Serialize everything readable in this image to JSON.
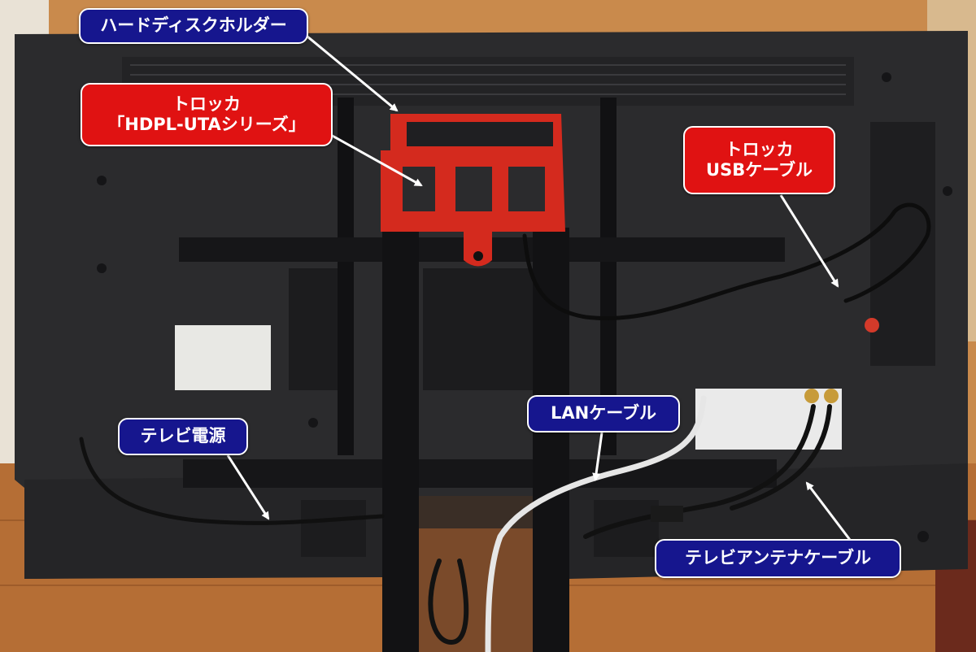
{
  "image": {
    "subject": "テレビ背面の配線",
    "colors": {
      "navy_label": "#16168e",
      "red_label": "#e01212",
      "label_border": "#ffffff"
    }
  },
  "labels": {
    "hdd_holder": "ハードディスクホルダー",
    "torokka_line1": "トロッカ",
    "torokka_line2": "「HDPL-UTAシリーズ」",
    "usb_line1": "トロッカ",
    "usb_line2": "USBケーブル",
    "power": "テレビ電源",
    "lan": "LANケーブル",
    "antenna": "テレビアンテナケーブル"
  }
}
